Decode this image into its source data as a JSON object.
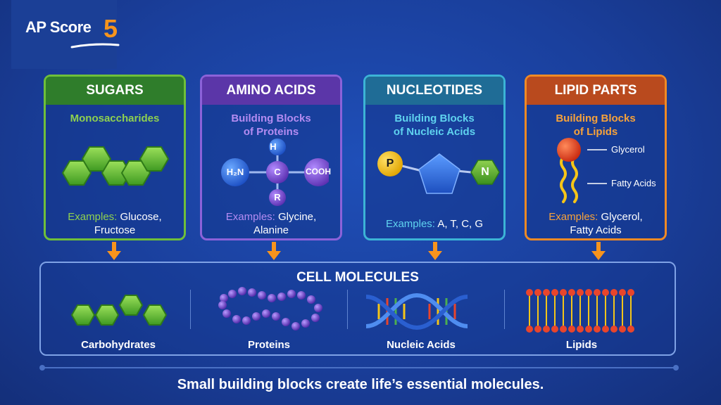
{
  "logo": {
    "text": "AP Score",
    "number": "5"
  },
  "cards": [
    {
      "title": "SUGARS",
      "subtitle_lines": [
        "Monosaccharides"
      ],
      "examples_label": "Examples:",
      "examples_lines": [
        "Glucose,",
        "Fructose"
      ]
    },
    {
      "title": "AMINO ACIDS",
      "subtitle_lines": [
        "Building Blocks",
        "of Proteins"
      ],
      "examples_label": "Examples:",
      "examples_lines": [
        "Glycine,",
        "Alanine"
      ],
      "atoms": {
        "h": "H",
        "amine": "H₂N",
        "c": "C",
        "carboxyl": "COOH",
        "r": "R"
      }
    },
    {
      "title": "NUCLEOTIDES",
      "subtitle_lines": [
        "Building Blocks",
        "of Nucleic Acids"
      ],
      "examples_label": "Examples:",
      "examples_lines": [
        "A, T, C, G"
      ],
      "atoms": {
        "p": "P",
        "n": "N"
      }
    },
    {
      "title": "LIPID PARTS",
      "subtitle_lines": [
        "Building Blocks",
        "of Lipids"
      ],
      "examples_label": "Examples:",
      "examples_lines": [
        "Glycerol,",
        "Fatty Acids"
      ],
      "callouts": {
        "glycerol": "Glycerol",
        "fatty": "Fatty Acids"
      }
    }
  ],
  "cell": {
    "title": "CELL MOLECULES",
    "items": [
      "Carbohydrates",
      "Proteins",
      "Nucleic Acids",
      "Lipids"
    ]
  },
  "footer": "Small building blocks create life’s essential molecules.",
  "colors": {
    "sugar": "#6fbf3a",
    "amino": "#8c62d9",
    "nucleotide": "#3cb4d6",
    "lipid": "#f08a24",
    "arrow": "#f7941d"
  }
}
